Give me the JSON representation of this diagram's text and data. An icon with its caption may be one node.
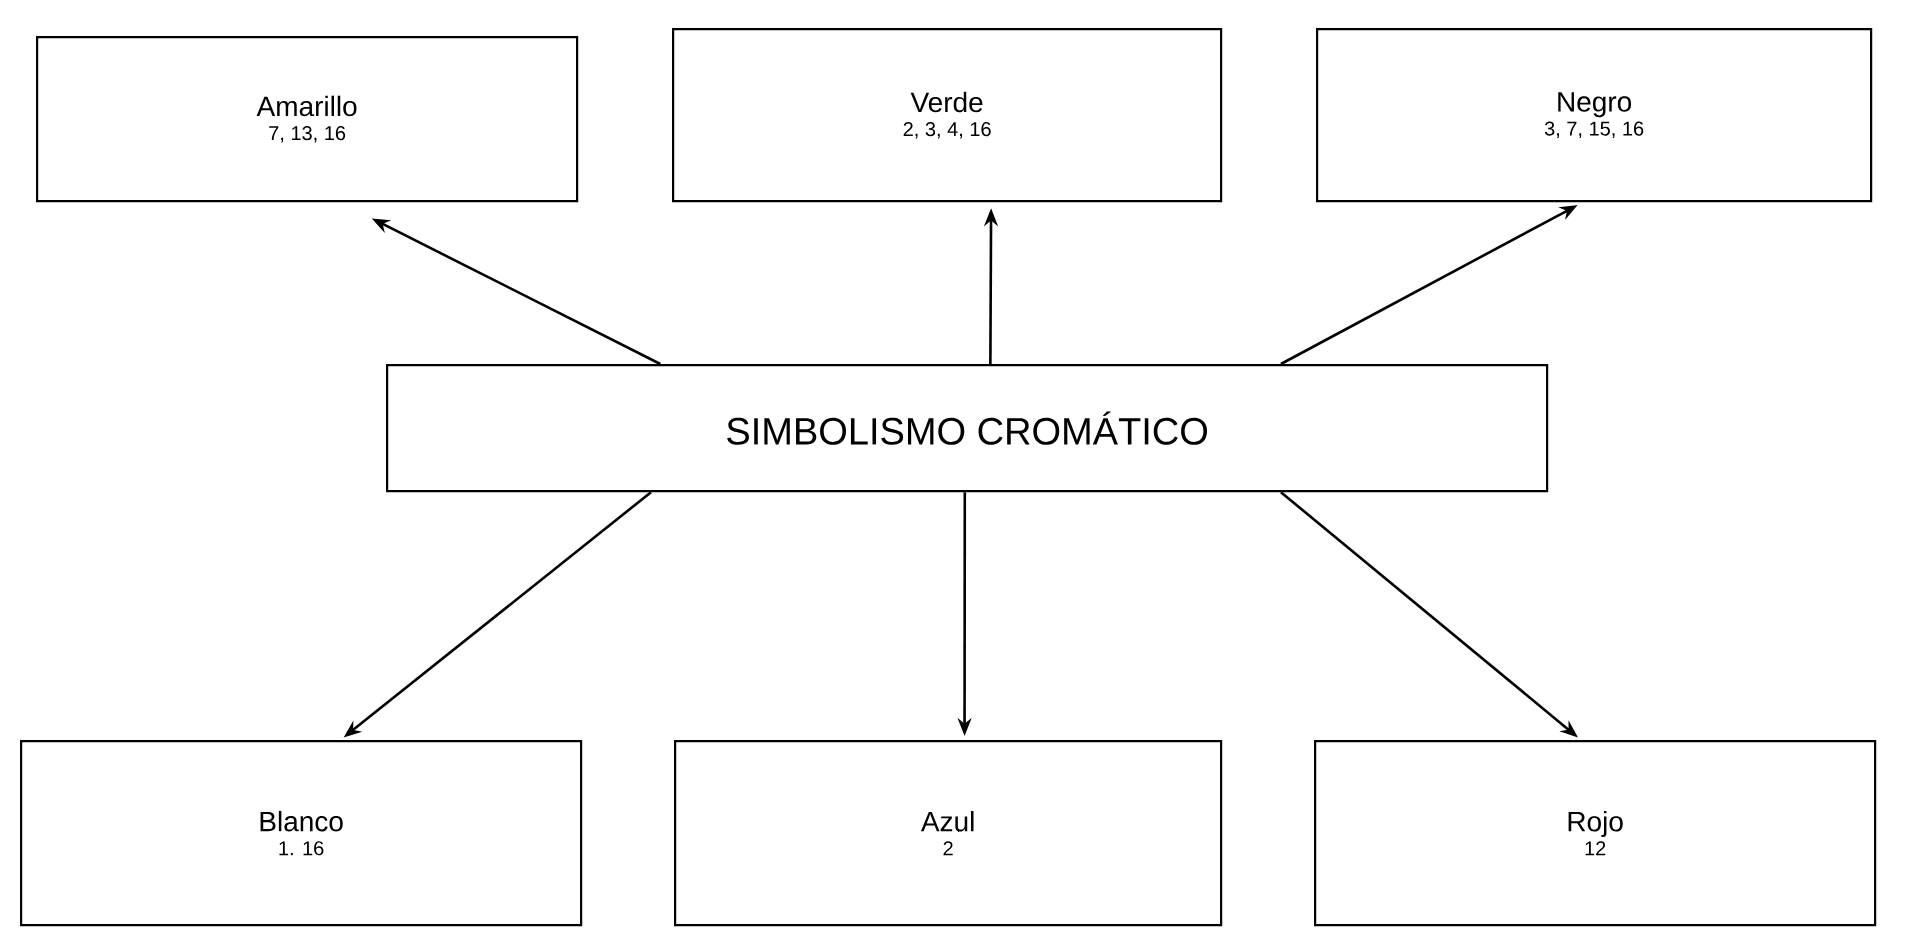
{
  "diagram": {
    "nodes": [
      {
        "text": [
          "Amarillo",
          "7, 13, 16"
        ]
      },
      {
        "text": [
          "Verde",
          "2, 3, 4, 16"
        ]
      },
      {
        "text": [
          "Negro",
          "3, 7, 15, 16"
        ]
      },
      {
        "text": [
          "SIMBOLISMO CROMÁTICO"
        ]
      },
      {
        "text": [
          "Blanco",
          "1. 16"
        ]
      },
      {
        "text": [
          "Azul",
          "2"
        ]
      },
      {
        "text": [
          "Rojo",
          "12"
        ]
      }
    ],
    "edges": [
      {
        "from": 3,
        "to": 0,
        "arrow": "to"
      },
      {
        "from": 3,
        "to": 1,
        "arrow": "to"
      },
      {
        "from": 3,
        "to": 2,
        "arrow": "to"
      },
      {
        "from": 3,
        "to": 4,
        "arrow": "to"
      },
      {
        "from": 3,
        "to": 5,
        "arrow": "to"
      },
      {
        "from": 3,
        "to": 6,
        "arrow": "to"
      }
    ]
  }
}
